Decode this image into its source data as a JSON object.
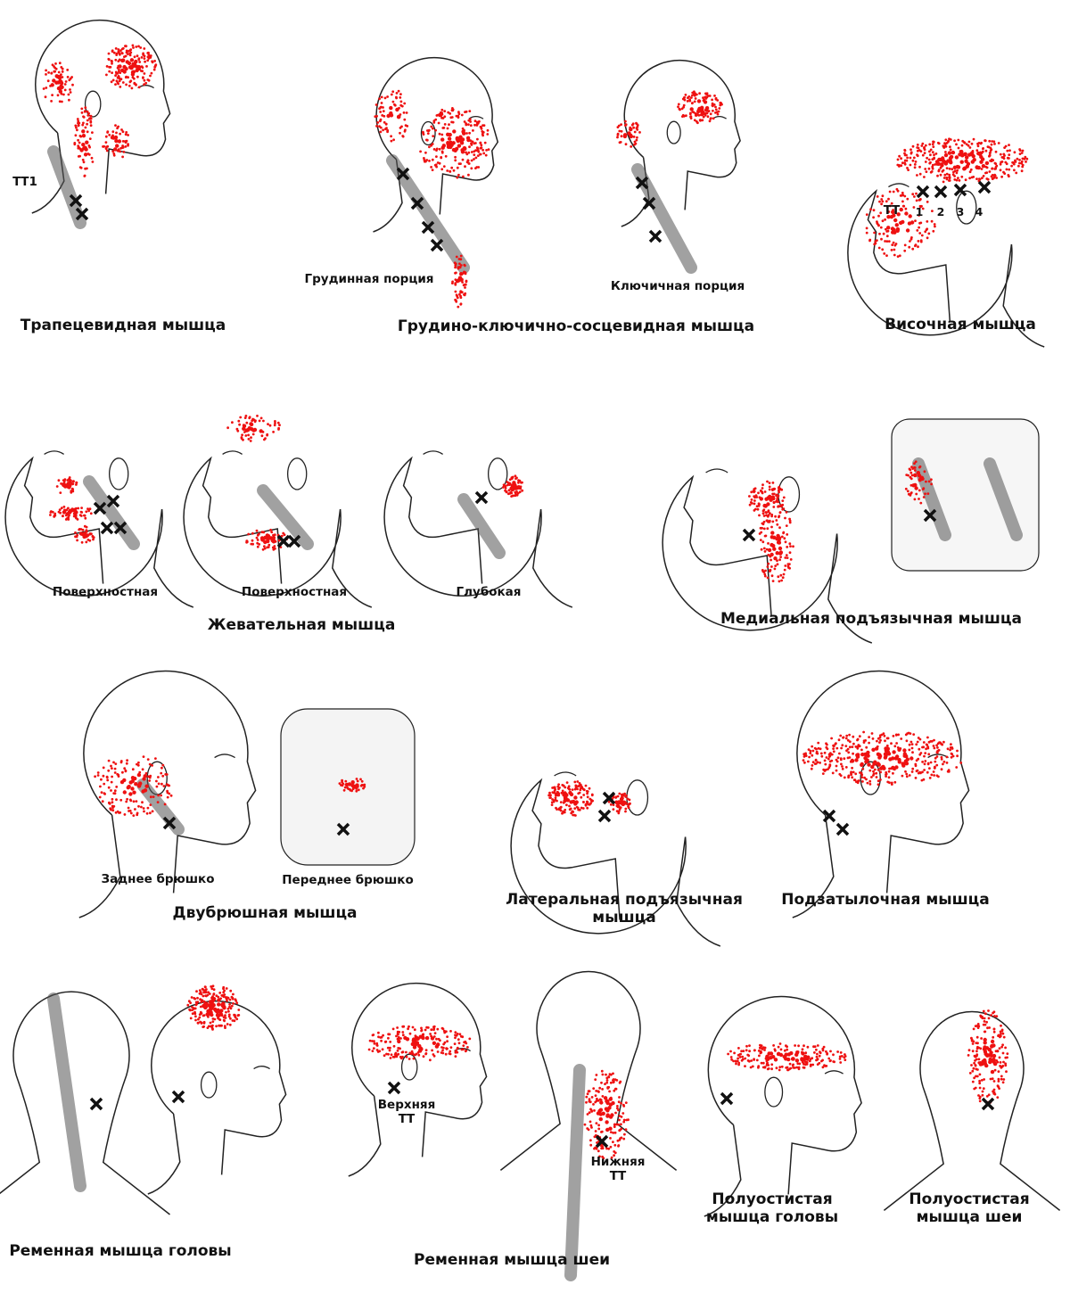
{
  "colors": {
    "trigger_zone": "#ee1111",
    "outline": "#222222",
    "muscle": "#555555"
  },
  "groups": [
    {
      "id": "trapezius",
      "title": "Трапецевидная мышца",
      "annotations": [
        "ТТ1"
      ]
    },
    {
      "id": "scm",
      "title": "Грудино-ключично-сосцевидная мышца",
      "sub": [
        "Грудинная порция",
        "Ключичная порция"
      ]
    },
    {
      "id": "temporalis",
      "title": "Височная мышца",
      "annotations": [
        "ТТ",
        "1",
        "2",
        "3",
        "4"
      ]
    },
    {
      "id": "masseter",
      "title": "Жевательная мышца",
      "sub": [
        "Поверхностная",
        "Поверхностная",
        "Глубокая"
      ]
    },
    {
      "id": "medial_pterygoid",
      "title": "Медиальная подъязычная мышца"
    },
    {
      "id": "digastric",
      "title": "Двубрюшная мышца",
      "sub": [
        "Заднее брюшко",
        "Переднее брюшко"
      ]
    },
    {
      "id": "lateral_pterygoid",
      "title_lines": [
        "Латеральная подъязычная",
        "мышца"
      ]
    },
    {
      "id": "suboccipital",
      "title": "Подзатылочная мышца"
    },
    {
      "id": "splenius_capitis",
      "title": "Ременная мышца головы"
    },
    {
      "id": "splenius_cervicis",
      "title": "Ременная мышца шеи",
      "sub": [
        [
          "Верхняя",
          "ТТ"
        ],
        [
          "Нижняя",
          "ТТ"
        ]
      ]
    },
    {
      "id": "semispinalis_capitis",
      "title_lines": [
        "Полуостистая",
        "мышца головы"
      ]
    },
    {
      "id": "semispinalis_cervicis",
      "title_lines": [
        "Полуостистая",
        "мышца шеи"
      ]
    }
  ]
}
